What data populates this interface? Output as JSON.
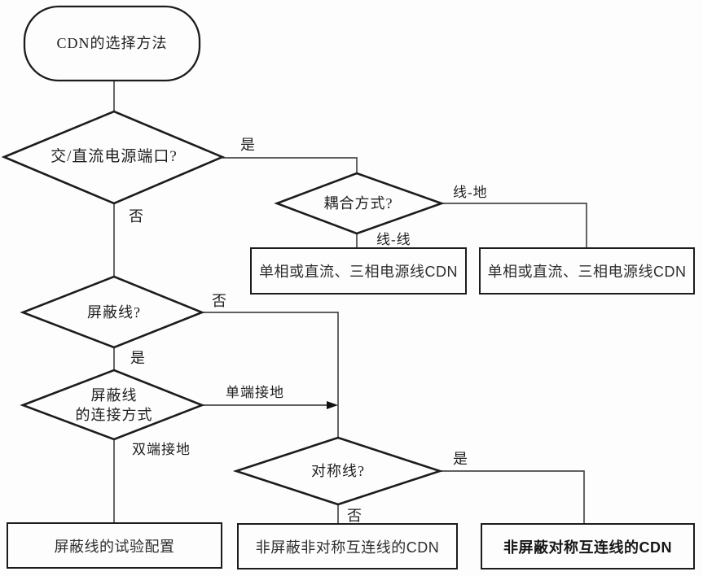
{
  "flowchart": {
    "start": "CDN的选择方法",
    "decisions": {
      "acdc": "交/直流电源端口?",
      "coupling": "耦合方式?",
      "shielded": "屏蔽线?",
      "shield_connection": "屏蔽线\n的连接方式",
      "symmetric": "对称线?"
    },
    "results": {
      "power_cdn_left": "单相或直流、三相电源线CDN",
      "power_cdn_right": "单相或直流、三相电源线CDN",
      "shield_test_config": "屏蔽线的试验配置",
      "unshielded_asymmetric": "非屏蔽非对称互连线的CDN",
      "unshielded_symmetric": "非屏蔽对称互连线的CDN"
    },
    "labels": {
      "acdc_yes": "是",
      "acdc_no": "否",
      "coupling_line_ground": "线-地",
      "coupling_line_line": "线-线",
      "shielded_no": "否",
      "shielded_yes": "是",
      "conn_single_end": "单端接地",
      "conn_double_end": "双端接地",
      "symmetric_yes": "是",
      "symmetric_no": "否"
    },
    "colors": {
      "shape_border": "#1c1c1c",
      "connector": "#4a4a4a",
      "text": "#1f1f1f",
      "background": "#fdfdfd"
    }
  }
}
